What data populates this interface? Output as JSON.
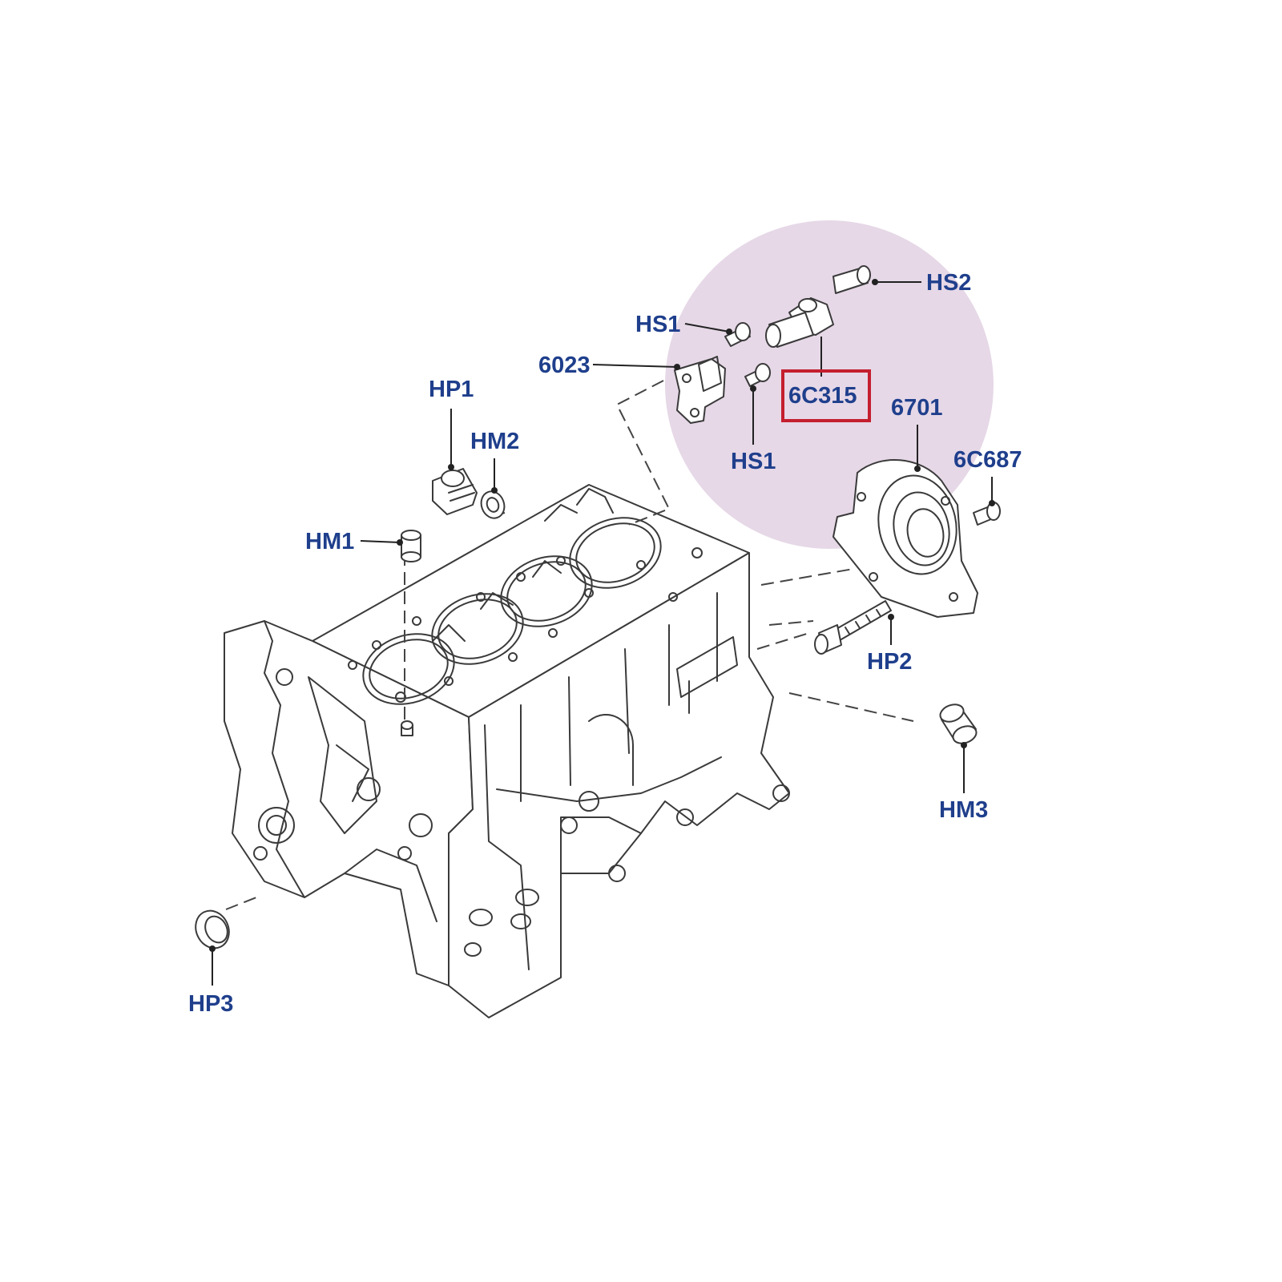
{
  "colors": {
    "label": "#1f3f8c",
    "highlight_circle": "#e6d8e7",
    "highlight_box": "#c41e2e",
    "line_art": "#3a3a3a"
  },
  "labels": {
    "hs2": "HS2",
    "hs1_top": "HS1",
    "part_6023": "6023",
    "part_6c315": "6C315",
    "hs1_bottom": "HS1",
    "part_6701": "6701",
    "part_6c687": "6C687",
    "hp1": "HP1",
    "hm2": "HM2",
    "hm1": "HM1",
    "hp2": "HP2",
    "hm3": "HM3",
    "hp3": "HP3"
  },
  "highlighted_part": "6C315",
  "icons": {
    "engine_block": "engine-block-icon",
    "sensor": "crankshaft-sensor-icon",
    "bracket": "bracket-icon",
    "seal": "rear-seal-retainer-icon",
    "bolt": "bolt-icon"
  }
}
